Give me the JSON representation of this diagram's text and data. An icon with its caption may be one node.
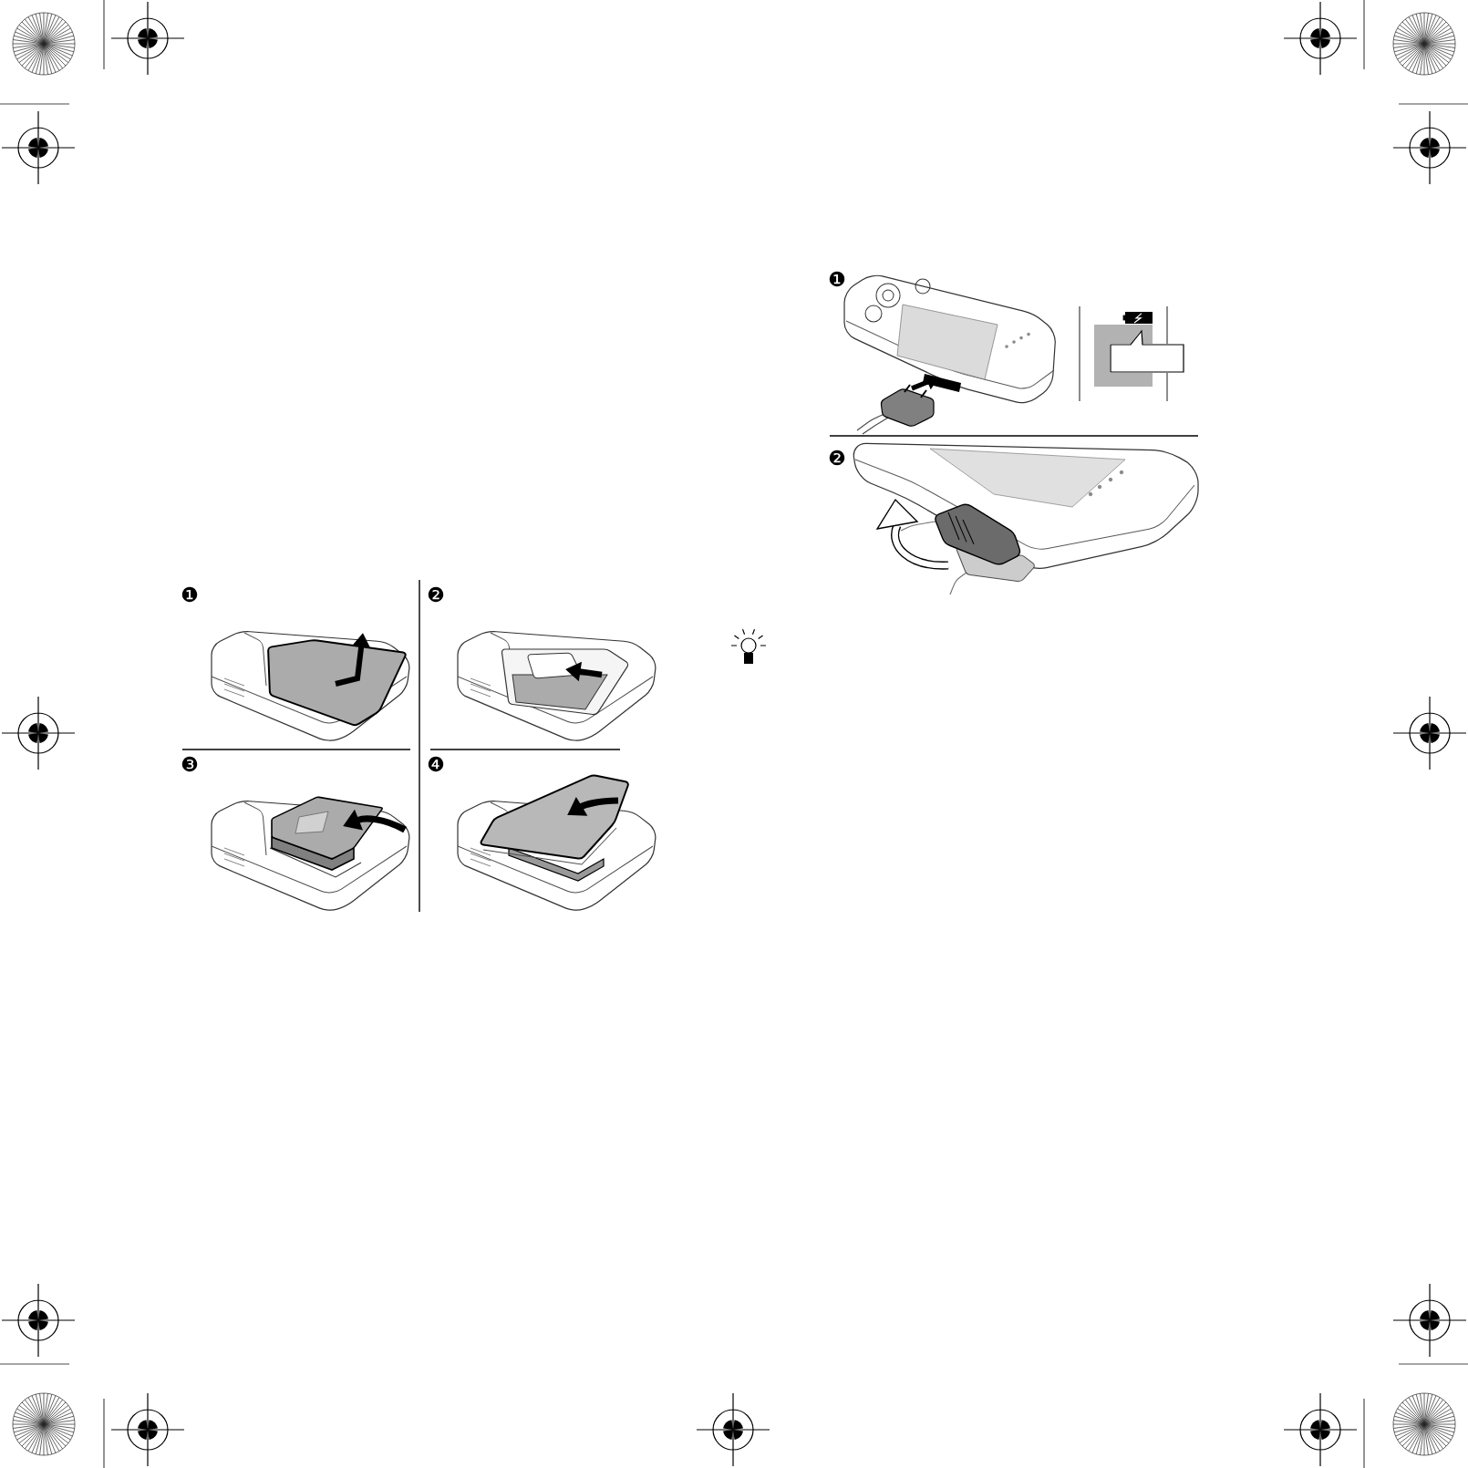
{
  "diagram": {
    "labels": [
      "❶",
      "❷",
      "❸",
      "❹",
      "❶",
      "❷"
    ]
  }
}
